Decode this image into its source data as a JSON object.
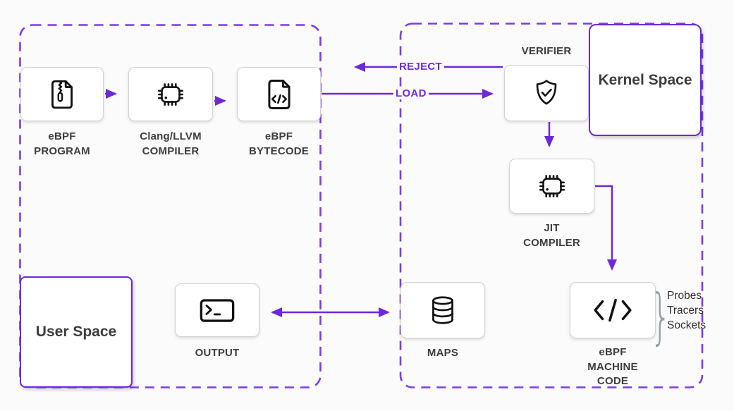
{
  "regions": {
    "user_space": {
      "label": "User Space"
    },
    "kernel_space": {
      "label": "Kernel Space"
    }
  },
  "nodes": {
    "ebpf_program": {
      "lines": [
        "eBPF",
        "PROGRAM"
      ],
      "icon": "file-zip-icon"
    },
    "clang_compiler": {
      "lines": [
        "Clang/LLVM",
        "COMPILER"
      ],
      "icon": "cpu-chip-icon"
    },
    "ebpf_bytecode": {
      "lines": [
        "eBPF",
        "BYTECODE"
      ],
      "icon": "file-code-icon"
    },
    "verifier": {
      "lines": [
        "VERIFIER"
      ],
      "icon": "shield-check-icon"
    },
    "jit_compiler": {
      "lines": [
        "JIT",
        "COMPILER"
      ],
      "icon": "cpu-chip-icon"
    },
    "ebpf_machine_code": {
      "lines": [
        "eBPF",
        "MACHINE",
        "CODE"
      ],
      "icon": "code-icon"
    },
    "maps": {
      "lines": [
        "MAPS"
      ],
      "icon": "database-icon"
    },
    "output": {
      "lines": [
        "OUTPUT"
      ],
      "icon": "terminal-icon"
    }
  },
  "edges": {
    "reject": {
      "label": "REJECT"
    },
    "load": {
      "label": "LOAD"
    }
  },
  "attachments": {
    "brace_glyph": "}",
    "items": [
      "Probes",
      "Tracers",
      "Sockets"
    ]
  },
  "colors": {
    "arrow_purple": "#6d28d9",
    "dashed_purple": "#7c3aed",
    "edge_label_purple": "#7429e0",
    "text_dark": "#3d3d3d",
    "background": "#fbfbfb"
  }
}
